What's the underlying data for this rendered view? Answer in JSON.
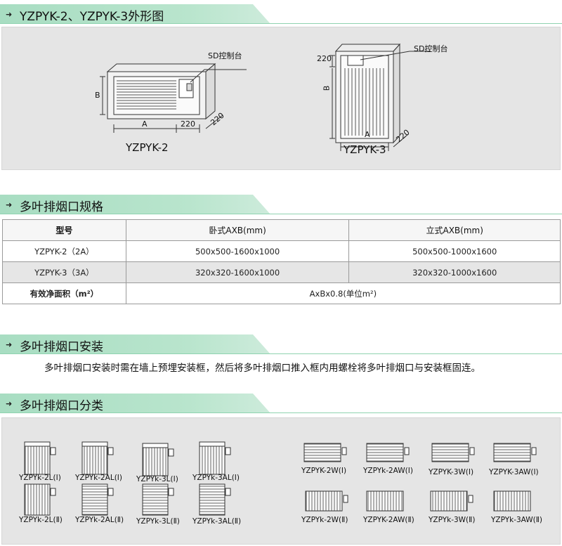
{
  "sections": {
    "outline": {
      "title": "YZPYK-2、YZPYK-3外形图"
    },
    "specs": {
      "title": "多叶排烟口规格"
    },
    "install": {
      "title": "多叶排烟口安装"
    },
    "types": {
      "title": "多叶排烟口分类"
    }
  },
  "outline": {
    "left": {
      "caption": "YZPYK-2",
      "sd_label": "SD控制台",
      "dim_a": "A",
      "dim_b": "B",
      "dim_220_a": "220",
      "dim_220_b": "220"
    },
    "right": {
      "caption": "YZPYK-3",
      "sd_label": "SD控制台",
      "dim_a": "A",
      "dim_b": "B",
      "dim_220_top": "220",
      "dim_220_b": "220"
    }
  },
  "specs": {
    "headers": [
      "型号",
      "卧式AXB(mm)",
      "立式AXB(mm)"
    ],
    "rows": [
      {
        "model": "YZPYK-2（2A）",
        "horizontal": "500x500-1600x1000",
        "vertical": "500x500-1000x1600"
      },
      {
        "model": "YZPYK-3（3A）",
        "horizontal": "320x320-1600x1000",
        "vertical": "320x320-1000x1600"
      }
    ],
    "area_label": "有效净面积（m²）",
    "area_value": "AxBx0.8(单位m²)"
  },
  "install": {
    "text": "多叶排烟口安装时需在墙上预埋安装框，然后将多叶排烟口推入框内用螺栓将多叶排烟口与安装框固连。"
  },
  "types": {
    "vertical_row1": [
      "YZPYk-2L(Ⅰ)",
      "YZPYk-2AL(Ⅰ)",
      "YZPYk-3L(Ⅰ)",
      "YZPYk-3AL(Ⅰ)"
    ],
    "vertical_row2": [
      "YZPYk-2L(Ⅱ)",
      "YZPYk-2AL(Ⅱ)",
      "YZPYk-3L(Ⅱ)",
      "YZPYk-3AL(Ⅱ)"
    ],
    "horizontal_row1": [
      "YZPYK-2W(Ⅰ)",
      "YZPYk-2AW(Ⅰ)",
      "YZPYK-3W(Ⅰ)",
      "YZPYK-3AW(Ⅰ)"
    ],
    "horizontal_row2": [
      "YZPYk-2W(Ⅱ)",
      "YZPYK-2AW(Ⅱ)",
      "YZPYk-3W(Ⅱ)",
      "YZPYk-3AW(Ⅱ)"
    ]
  }
}
